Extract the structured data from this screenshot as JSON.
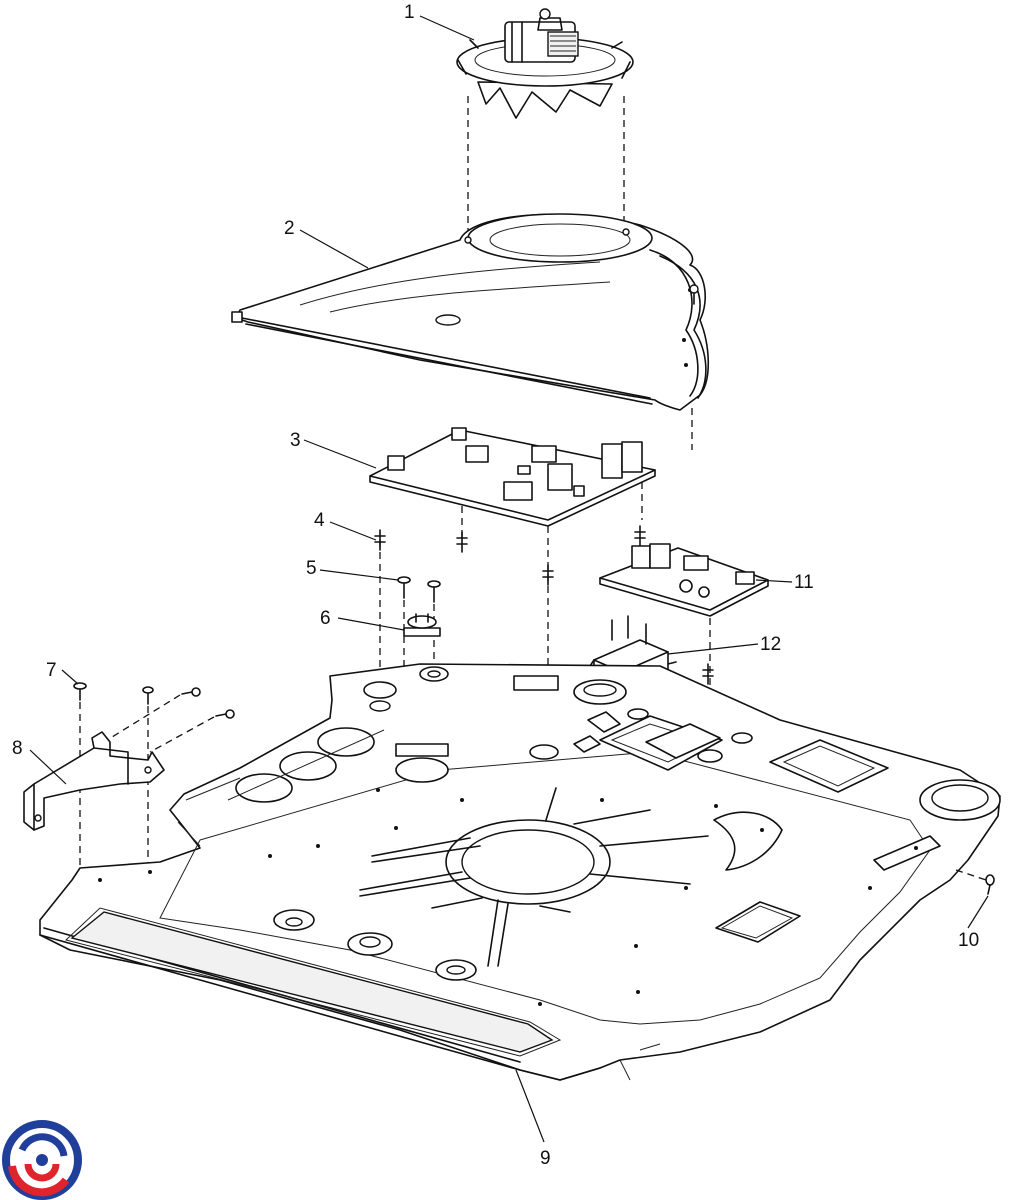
{
  "diagram": {
    "callouts": [
      {
        "id": "1",
        "label": "1"
      },
      {
        "id": "2",
        "label": "2"
      },
      {
        "id": "3",
        "label": "3"
      },
      {
        "id": "4",
        "label": "4"
      },
      {
        "id": "5",
        "label": "5"
      },
      {
        "id": "6",
        "label": "6"
      },
      {
        "id": "7",
        "label": "7"
      },
      {
        "id": "8",
        "label": "8"
      },
      {
        "id": "9",
        "label": "9"
      },
      {
        "id": "10",
        "label": "10"
      },
      {
        "id": "11",
        "label": "11"
      },
      {
        "id": "12",
        "label": "12"
      }
    ]
  },
  "logo": {
    "icon": "swirl-logo-icon",
    "colors": {
      "blue": "#1f3f9a",
      "red": "#e0242b"
    }
  }
}
